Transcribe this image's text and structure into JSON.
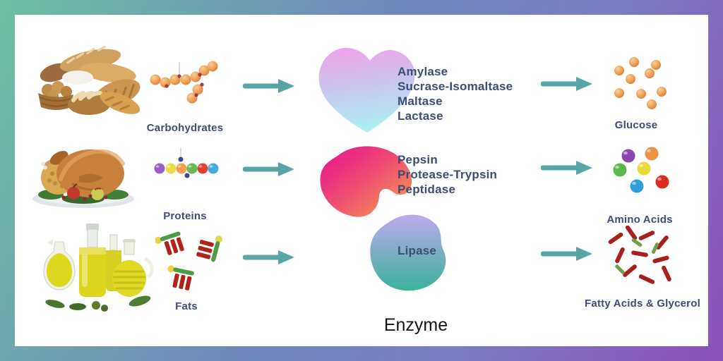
{
  "palette": {
    "background_start": "#6dc0a3",
    "background_mid": "#7b7cc4",
    "background_end": "#8d50b9",
    "card": "#ffffff",
    "arrow": "#58a5a6",
    "label_text": "#3d4d73",
    "title_text": "#141414",
    "blob_carb_top": "#f2a0e9",
    "blob_carb_bottom": "#aeeef2",
    "blob_protein_left": "#e90d90",
    "blob_protein_right": "#f6a44b",
    "blob_fat_top": "#bda9ef",
    "blob_fat_bottom": "#3bb29a"
  },
  "rows": [
    {
      "food_label": "Carbohydrates",
      "enzymes": [
        "Amylase",
        "Sucrase-Isomaltase",
        "Maltase",
        "Lactase"
      ],
      "product_label": "Glucose"
    },
    {
      "food_label": "Proteins",
      "enzymes": [
        "Pepsin",
        "Protease-Trypsin",
        "Peptidase"
      ],
      "product_label": "Amino Acids"
    },
    {
      "food_label": "Fats",
      "enzymes": [
        "Lipase"
      ],
      "product_label": "Fatty Acids & Glycerol"
    }
  ],
  "footer": {
    "title": "Enzyme"
  },
  "icons": {
    "arrow": "right-arrow-icon",
    "food_images": [
      "bread-basket-image",
      "roast-turkey-image",
      "oil-bottles-image"
    ],
    "molecule_images": [
      "carbohydrate-chain-molecule",
      "protein-chain-molecule",
      "triglyceride-molecules"
    ],
    "product_images": [
      "glucose-molecules",
      "amino-acid-molecules",
      "fatty-acid-glycerol-molecules"
    ]
  }
}
